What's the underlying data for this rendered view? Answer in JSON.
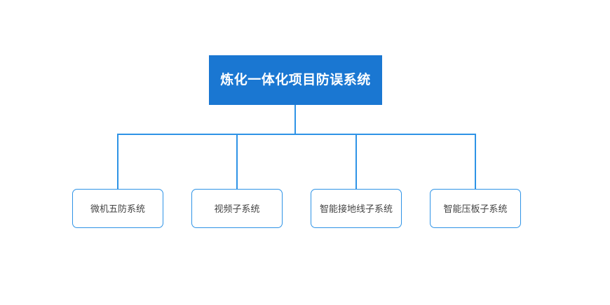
{
  "diagram": {
    "type": "org-chart",
    "orientation": "top-down",
    "root": {
      "label": "炼化一体化项目防误系统",
      "fill_color": "#1a77d2",
      "text_color": "#ffffff"
    },
    "children": [
      {
        "label": "微机五防系统"
      },
      {
        "label": "视频子系统"
      },
      {
        "label": "智能接地线子系统"
      },
      {
        "label": "智能压板子系统"
      }
    ],
    "connector_color": "#2e93e6",
    "child_border_color": "#2e93e6",
    "child_text_color": "#444444",
    "background_color": "#ffffff"
  }
}
